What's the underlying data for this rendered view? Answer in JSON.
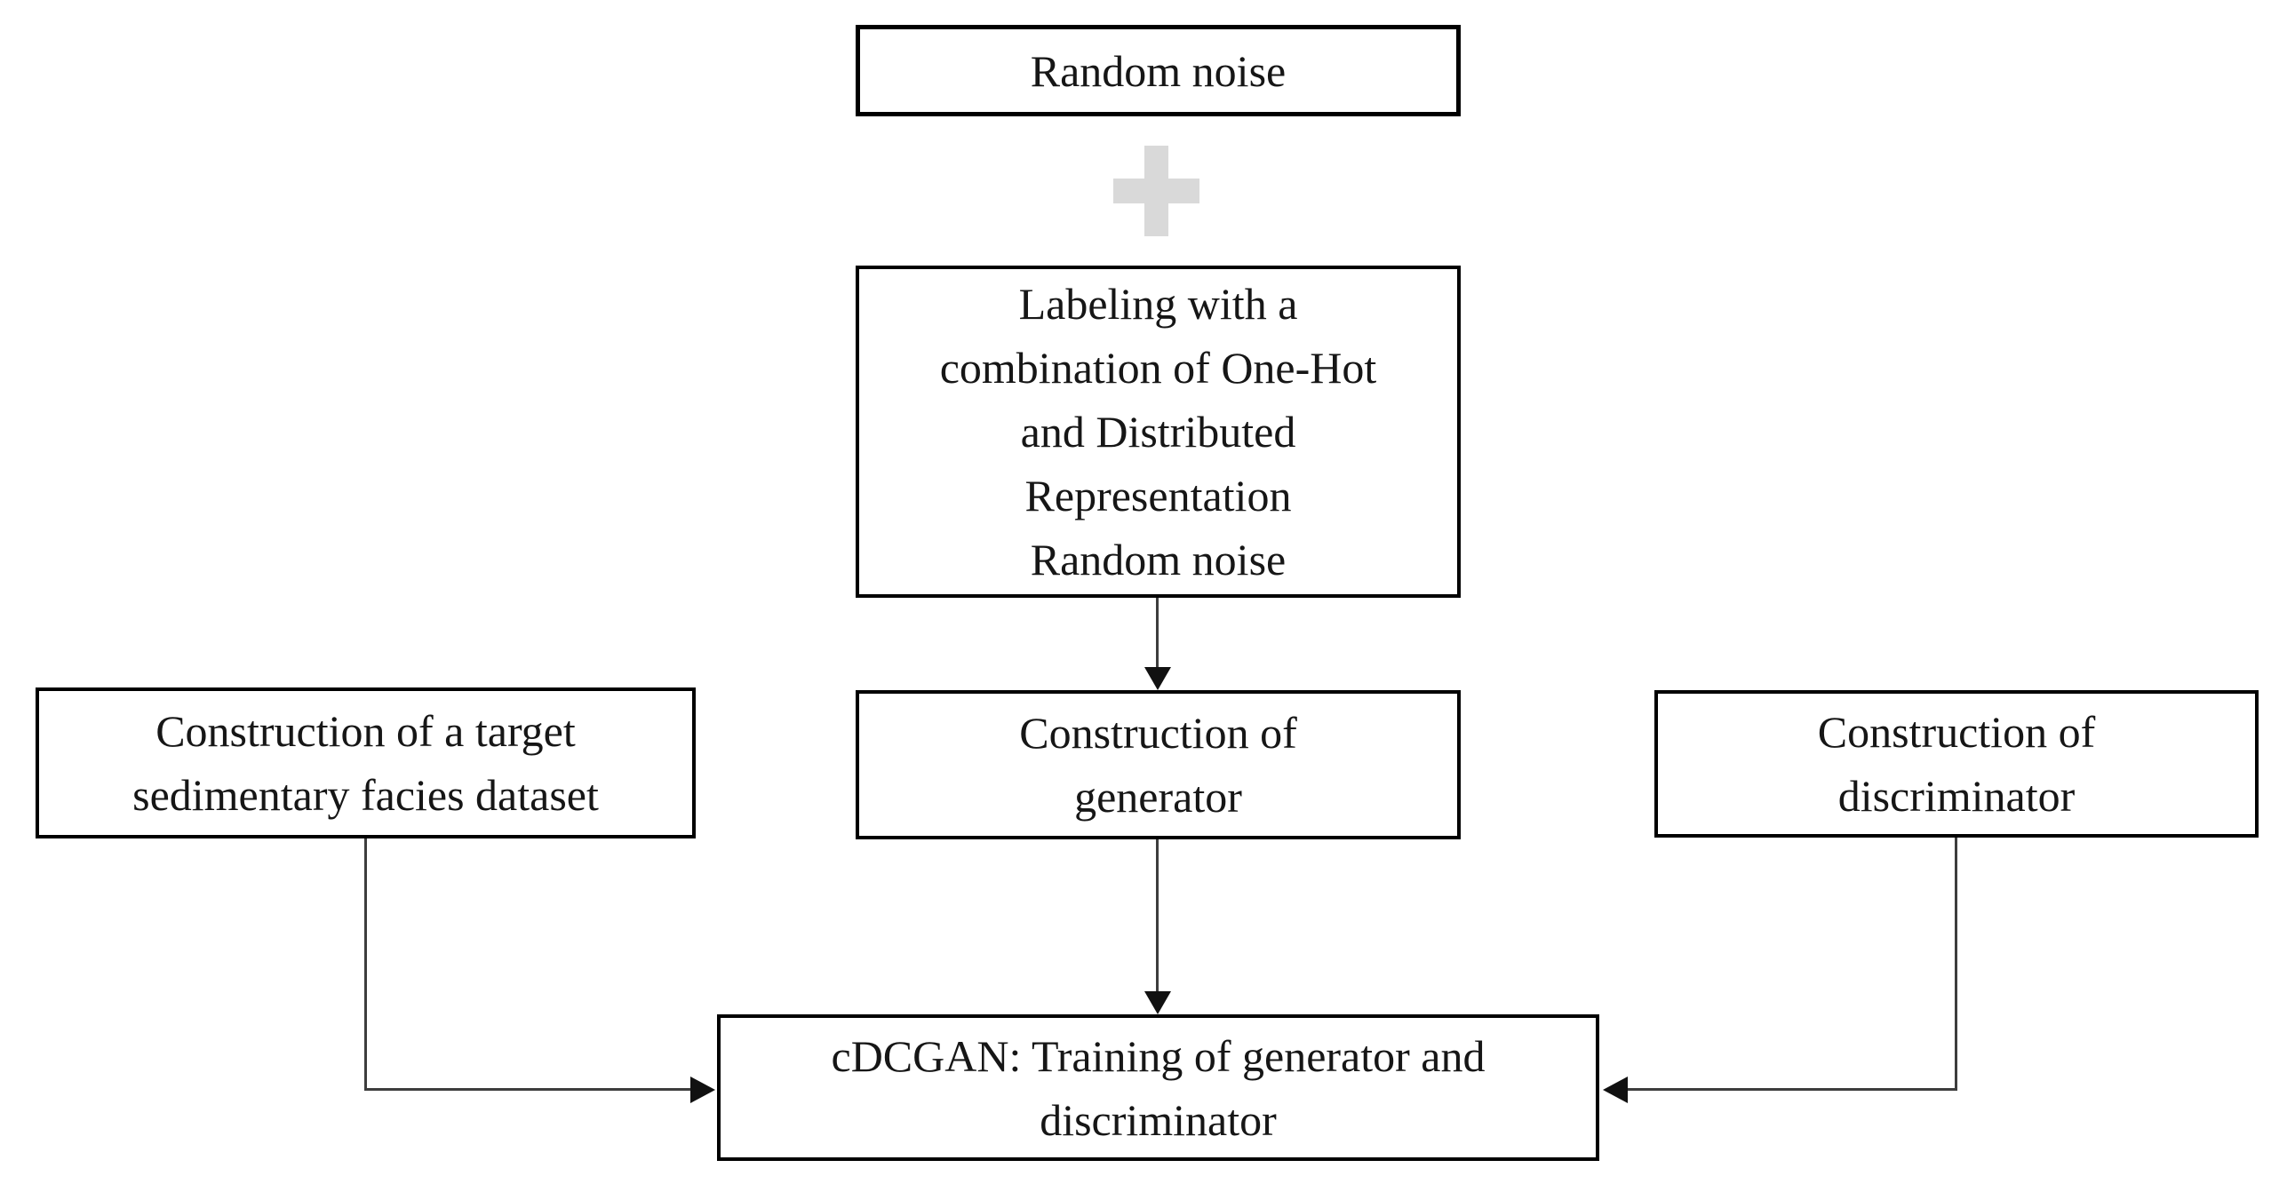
{
  "figure": {
    "type": "flowchart",
    "nodes": {
      "random_noise": {
        "label": "Random noise"
      },
      "labeling": {
        "label": "Labeling with a\ncombination of One-Hot\nand Distributed\nRepresentation\nRandom noise"
      },
      "dataset": {
        "label": "Construction of a target\nsedimentary facies dataset"
      },
      "generator": {
        "label": "Construction of\ngenerator"
      },
      "discriminator": {
        "label": "Construction of\ndiscriminator"
      },
      "cdcgan": {
        "label": "cDCGAN: Training of generator and\ndiscriminator"
      }
    },
    "operators": {
      "plus": "+"
    },
    "edges": [
      {
        "from": "random_noise",
        "to": "labeling",
        "via": "plus-operator"
      },
      {
        "from": "labeling",
        "to": "generator",
        "style": "arrow-down"
      },
      {
        "from": "generator",
        "to": "cdcgan",
        "style": "arrow-down"
      },
      {
        "from": "dataset",
        "to": "cdcgan",
        "style": "elbow-arrow-right"
      },
      {
        "from": "discriminator",
        "to": "cdcgan",
        "style": "elbow-arrow-left"
      }
    ],
    "colors": {
      "background": "#ffffff",
      "box_border": "#000000",
      "text": "#161616",
      "plus_sign": "#d9d9d9",
      "connector": "#3d3d3d",
      "arrowhead": "#111111"
    }
  }
}
